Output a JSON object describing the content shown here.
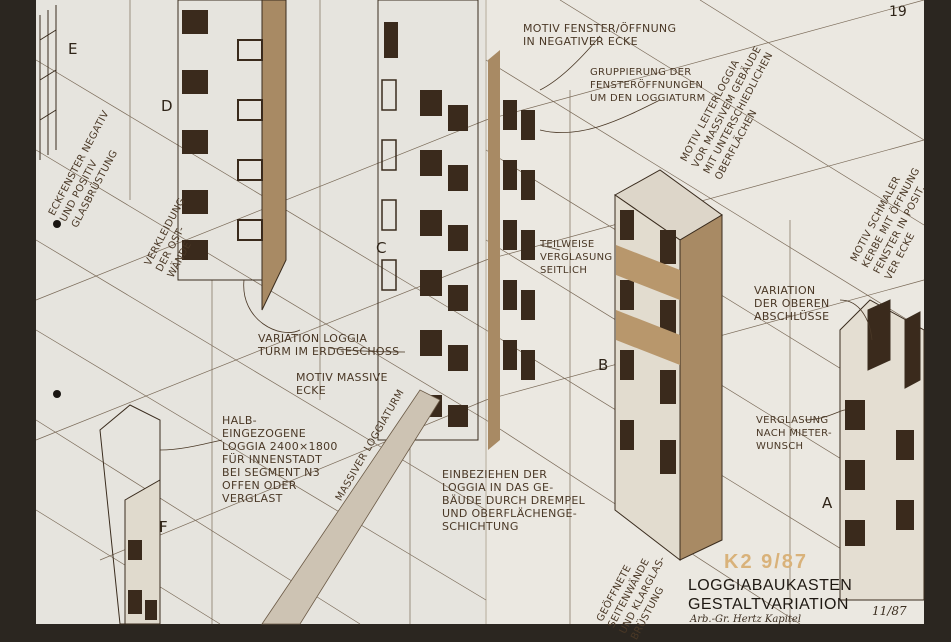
{
  "page_number": "19",
  "labels": {
    "A": "A",
    "B": "B",
    "C": "C",
    "D": "D",
    "E": "E",
    "F": "F"
  },
  "annotations": {
    "motiv_fenster": "MOTIV FENSTER/ÖFFNUNG\nIN NEGATIVER ECKE",
    "gruppierung": "GRUPPIERUNG DER\nFENSTERÖFFNUNGEN\nUM DEN LOGGIATURM",
    "motiv_leiterloggia": "MOTIV LEITERLOGGIA\nVOR MASSIVEM GEBÄUDE\nMIT UNTERSCHIEDLICHEN\nOBERFLÄCHEN",
    "motiv_schmaler": "MOTIV SCHMALER\nKERBE MIT ÖFFNUNG\nFENSTER IN POSIT.\nVER ECKE",
    "eckfenster": "ECKFENSTER NEGATIV\nUND POSITIV\nGLASBRÜSTUNG",
    "verkleidung": "VERKLEIDUNG\nDER OST-\nWÄNDE",
    "teilweise": "TEILWEISE\nVERGLASUNG\nSEITLICH",
    "variation_loggia": "VARIATION LOGGIA\nTURM IM ERDGESCHOSS",
    "motiv_massive": "MOTIV MASSIVE\nECKE",
    "variation_oberen": "VARIATION\nDER OBEREN\nABSCHLÜSSE",
    "verglasung_mieter": "VERGLASUNG\nNACH MIETER-\nWUNSCH",
    "halb_eingezogene": "HALB-\nEINGEZOGENE\nLOGGIA 2400×1800\nFÜR INNENSTADT\nBEI SEGMENT N3\nOFFEN ODER\nVERGLAST",
    "massiver_loggiaturm": "MASSIVER LOGGIATURM",
    "einbeziehen": "EINBEZIEHEN DER\nLOGGIA IN DAS GE-\nBÄUDE DURCH DREMPEL\nUND OBERFLÄCHENGE-\nSCHICHTUNG",
    "geoeffnete": "GEÖFFNETE\nSEITENWÄNDE\nUND KLARGLAS-\nBRÜSTUNG"
  },
  "stamp": "K2 9/87",
  "title_line1": "LOGGIABAUKASTEN",
  "title_line2": "GESTALTVARIATION",
  "signature": "Arb.-Gr. Hertz Kapitel",
  "signature_date": "11/87",
  "colors": {
    "paper": "#e9e6df",
    "ink": "#4a3826",
    "sepia_fill": "#a88a64",
    "dark_window": "#3a2a1c",
    "background": "#2b2620"
  }
}
